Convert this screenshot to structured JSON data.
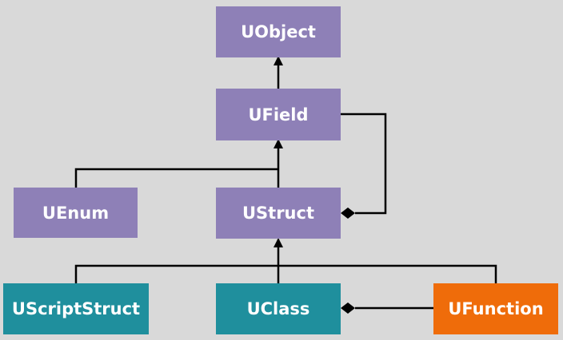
{
  "colors": {
    "background": "#d9d9d9",
    "purple": "#8e80b7",
    "teal": "#1f8f9d",
    "orange": "#ef6c0a",
    "edge": "#000000"
  },
  "nodes": {
    "uobject": "UObject",
    "ufield": "UField",
    "uenum": "UEnum",
    "ustruct": "UStruct",
    "uscriptstruct": "UScriptStruct",
    "uclass": "UClass",
    "ufunction": "UFunction"
  },
  "edges": [
    {
      "from": "UField",
      "to": "UObject",
      "type": "inheritance"
    },
    {
      "from": "UEnum",
      "to": "UField",
      "type": "inheritance"
    },
    {
      "from": "UStruct",
      "to": "UField",
      "type": "inheritance"
    },
    {
      "from": "UScriptStruct",
      "to": "UStruct",
      "type": "inheritance"
    },
    {
      "from": "UClass",
      "to": "UStruct",
      "type": "inheritance"
    },
    {
      "from": "UFunction",
      "to": "UStruct",
      "type": "inheritance"
    },
    {
      "from": "UField",
      "to": "UStruct",
      "type": "composition"
    },
    {
      "from": "UFunction",
      "to": "UClass",
      "type": "composition"
    }
  ]
}
